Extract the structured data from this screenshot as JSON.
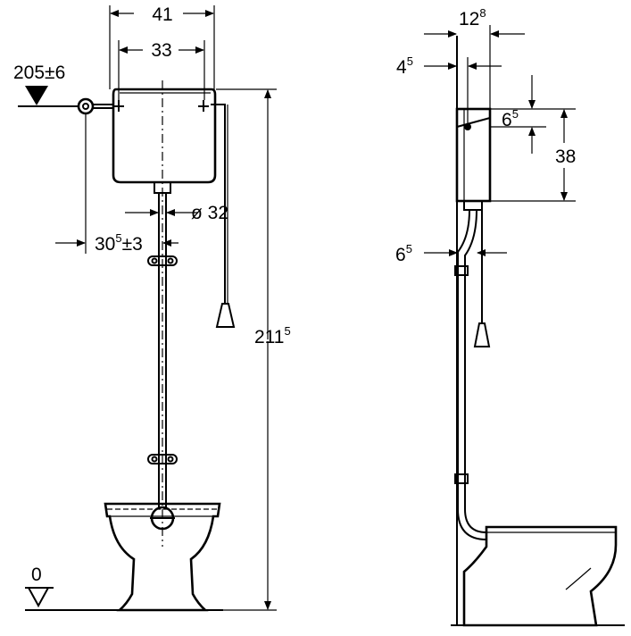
{
  "front_view": {
    "dim_cistern_outer": "41",
    "dim_cistern_inner": "33",
    "dim_height_main": "205",
    "dim_height_tol": "±6",
    "dim_pipe_diameter": "ø 32",
    "dim_offset_main": "30",
    "dim_offset_sup": "5",
    "dim_offset_tol": "±3",
    "dim_total_main": "211",
    "dim_total_sup": "5",
    "dim_floor": "0"
  },
  "side_view": {
    "dim_depth_main": "12",
    "dim_depth_sup": "8",
    "dim_wall_main": "4",
    "dim_wall_sup": "5",
    "dim_inlet_main": "6",
    "dim_inlet_sup": "5",
    "dim_cistern_height": "38",
    "dim_pipe_offset_main": "6",
    "dim_pipe_offset_sup": "5"
  },
  "colors": {
    "ink": "#000000",
    "fill": "#ffffff"
  }
}
